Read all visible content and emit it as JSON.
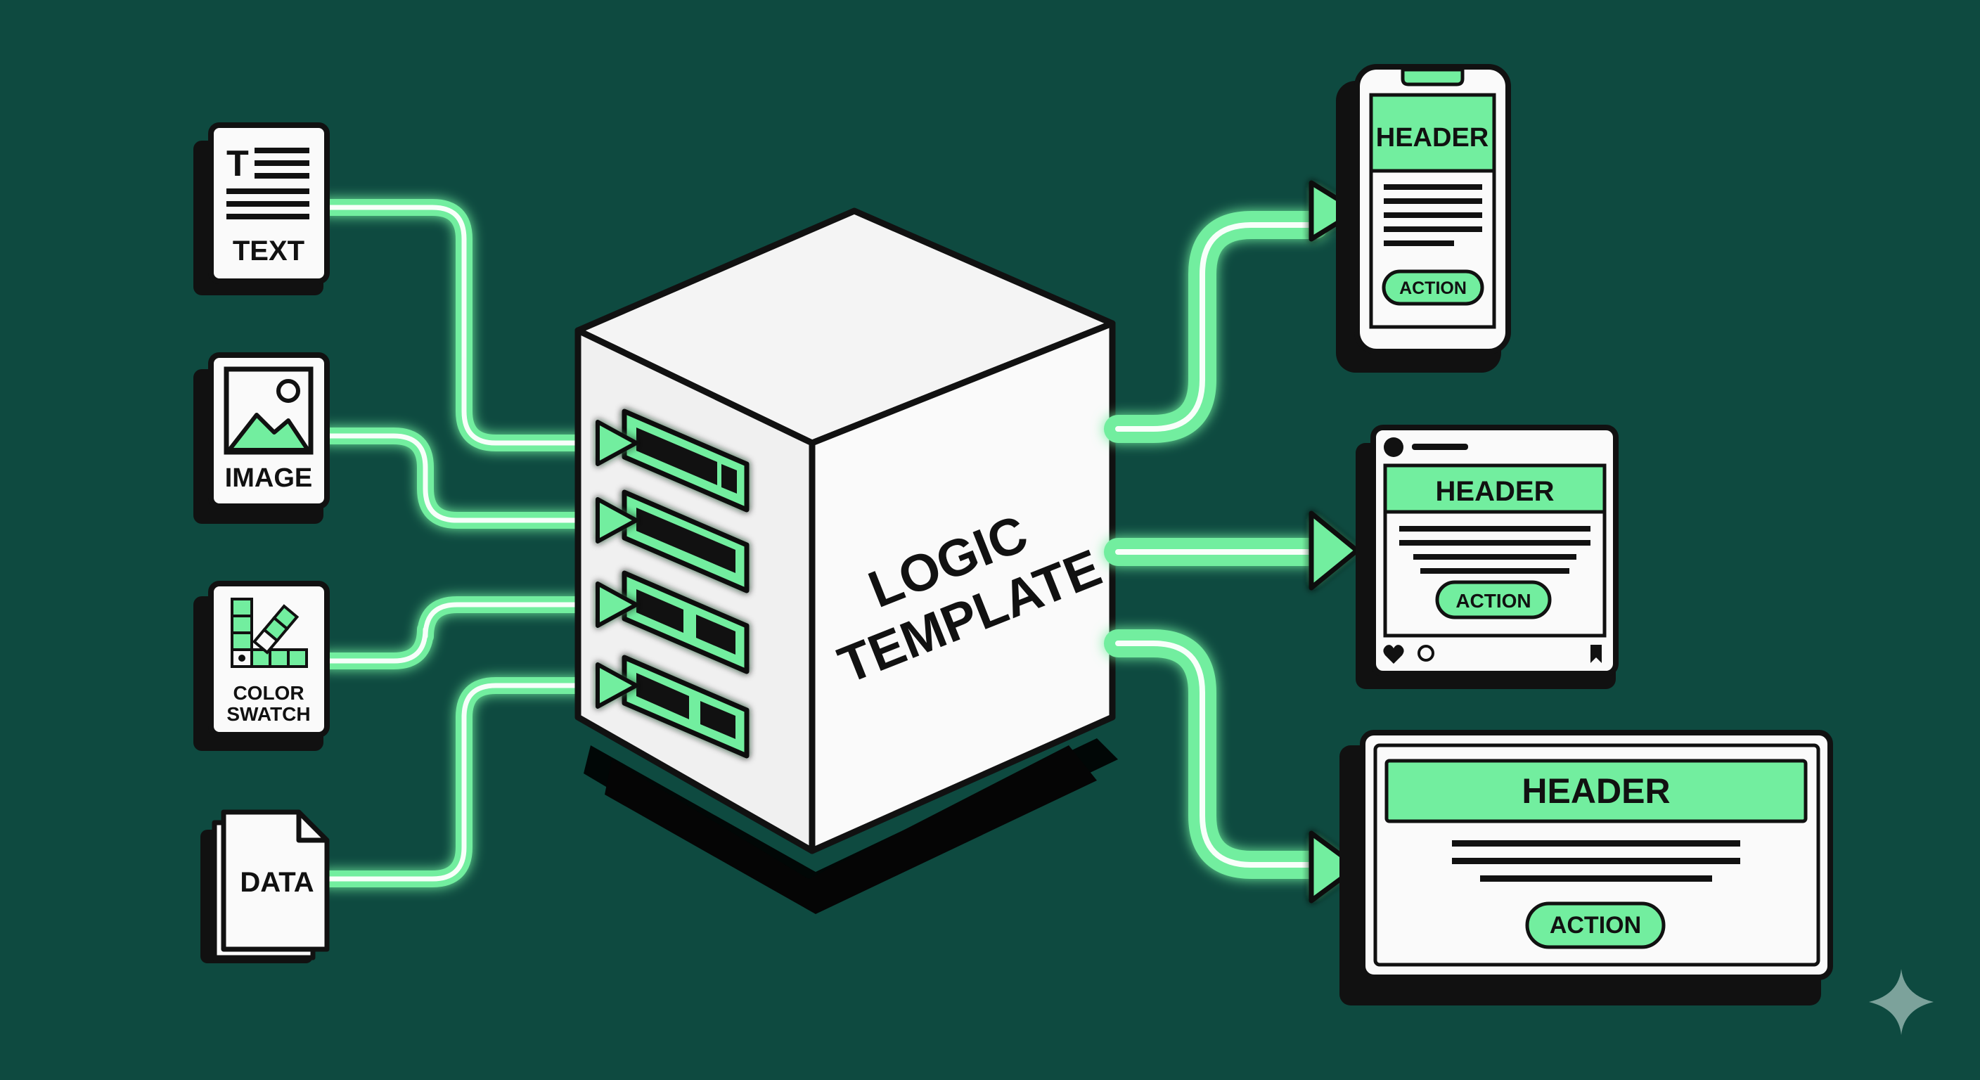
{
  "colors": {
    "background": "#0e4a40",
    "accent": "#72ee9f",
    "ink": "#111111",
    "paper": "#fafafa"
  },
  "inputs": {
    "text": {
      "label": "TEXT",
      "icon": "text-document-icon"
    },
    "image": {
      "label": "IMAGE",
      "icon": "image-icon"
    },
    "color": {
      "label_line1": "COLOR",
      "label_line2": "SWATCH",
      "icon": "color-swatch-icon"
    },
    "data": {
      "label": "DATA",
      "icon": "data-file-icon"
    }
  },
  "engine": {
    "title_line1": "LOGIC",
    "title_line2": "TEMPLATE",
    "icon": "server-cube-icon"
  },
  "outputs": {
    "mobile": {
      "header": "HEADER",
      "action": "ACTION"
    },
    "social": {
      "header": "HEADER",
      "action": "ACTION",
      "icons": [
        "heart-icon",
        "comment-icon",
        "bookmark-icon"
      ]
    },
    "desktop": {
      "header": "HEADER",
      "action": "ACTION"
    }
  },
  "watermark": {
    "icon": "sparkle-icon"
  }
}
